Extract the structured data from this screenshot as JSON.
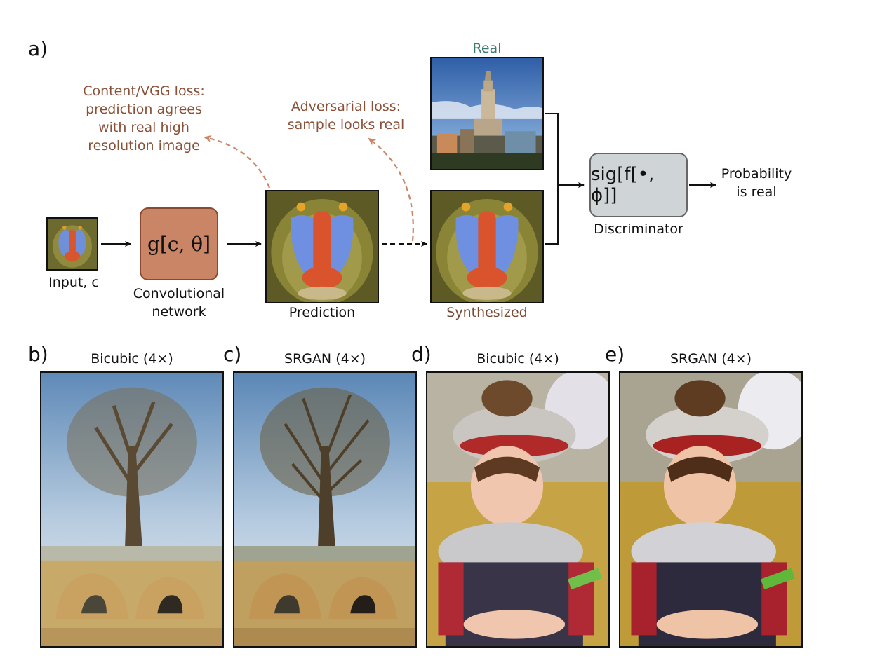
{
  "panel_labels": {
    "a": "a)",
    "b": "b)",
    "c": "c)",
    "d": "d)",
    "e": "e)"
  },
  "top": {
    "input_label": "Input, c",
    "generator_formula": "g[c, θ]",
    "generator_caption_line1": "Convolutional",
    "generator_caption_line2": "network",
    "prediction_label": "Prediction",
    "synthesized_label": "Synthesized",
    "real_label": "Real",
    "discriminator_formula": "sig[f[•, ϕ]]",
    "discriminator_caption": "Discriminator",
    "output_line1": "Probability",
    "output_line2": "is real",
    "content_loss": [
      "Content/VGG loss:",
      "prediction agrees",
      "with real high",
      "resolution image"
    ],
    "adversarial_loss": [
      "Adversarial loss:",
      "sample looks real"
    ]
  },
  "bottom": {
    "b_title": "Bicubic (4×)",
    "c_title": "SRGAN (4×)",
    "d_title": "Bicubic (4×)",
    "e_title": "SRGAN (4×)"
  },
  "colors": {
    "generator_fill": "#c98565",
    "discriminator_fill": "#cfd4d6",
    "loss_text": "#8a5038",
    "real_label": "#3d7a6e"
  }
}
